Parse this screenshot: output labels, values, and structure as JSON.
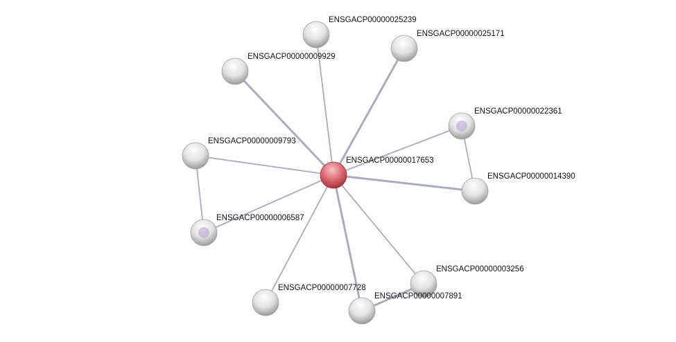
{
  "network": {
    "center": "ENSGACP00000017653",
    "nodes": [
      {
        "id": "ENSGACP00000017653",
        "label": "ENSGACP00000017653",
        "color": "#e06c72",
        "query": true
      },
      {
        "id": "ENSGACP00000025239",
        "label": "ENSGACP00000025239",
        "color": "#d8d8d8"
      },
      {
        "id": "ENSGACP00000025171",
        "label": "ENSGACP00000025171",
        "color": "#d8d8d8"
      },
      {
        "id": "ENSGACP00000009929",
        "label": "ENSGACP00000009929",
        "color": "#d8d8d8"
      },
      {
        "id": "ENSGACP00000022361",
        "label": "ENSGACP00000022361",
        "color": "#d8d8d8",
        "structure": true
      },
      {
        "id": "ENSGACP00000009793",
        "label": "ENSGACP00000009793",
        "color": "#d8d8d8"
      },
      {
        "id": "ENSGACP00000014390",
        "label": "ENSGACP00000014390",
        "color": "#d8d8d8"
      },
      {
        "id": "ENSGACP00000006587",
        "label": "ENSGACP00000006587",
        "color": "#d8d8d8",
        "structure": true
      },
      {
        "id": "ENSGACP00000003256",
        "label": "ENSGACP00000003256",
        "color": "#d8d8d8"
      },
      {
        "id": "ENSGACP00000007728",
        "label": "ENSGACP00000007728",
        "color": "#d8d8d8"
      },
      {
        "id": "ENSGACP00000007891",
        "label": "ENSGACP00000007891",
        "color": "#d8d8d8"
      }
    ],
    "edges": [
      [
        "ENSGACP00000017653",
        "ENSGACP00000025239",
        1
      ],
      [
        "ENSGACP00000017653",
        "ENSGACP00000025171",
        2
      ],
      [
        "ENSGACP00000017653",
        "ENSGACP00000009929",
        2
      ],
      [
        "ENSGACP00000017653",
        "ENSGACP00000022361",
        1
      ],
      [
        "ENSGACP00000017653",
        "ENSGACP00000009793",
        1
      ],
      [
        "ENSGACP00000017653",
        "ENSGACP00000014390",
        2
      ],
      [
        "ENSGACP00000017653",
        "ENSGACP00000006587",
        1
      ],
      [
        "ENSGACP00000017653",
        "ENSGACP00000003256",
        1
      ],
      [
        "ENSGACP00000017653",
        "ENSGACP00000007728",
        1
      ],
      [
        "ENSGACP00000017653",
        "ENSGACP00000007891",
        2
      ],
      [
        "ENSGACP00000022361",
        "ENSGACP00000014390",
        1
      ],
      [
        "ENSGACP00000009793",
        "ENSGACP00000006587",
        1
      ],
      [
        "ENSGACP00000007891",
        "ENSGACP00000003256",
        2
      ]
    ],
    "edge_color": "#a9abbf"
  }
}
